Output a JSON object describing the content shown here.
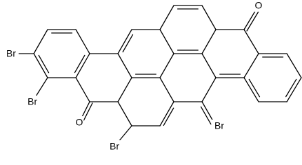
{
  "colors": {
    "background": "#ffffff",
    "bond": "#000000",
    "label": "#000000"
  },
  "atom_labels": [
    {
      "name": "bromine-label-1",
      "text": "Br"
    },
    {
      "name": "bromine-label-2",
      "text": "Br"
    },
    {
      "name": "bromine-label-3",
      "text": "Br"
    },
    {
      "name": "bromine-label-4",
      "text": "Br"
    },
    {
      "name": "oxygen-label-1",
      "text": "O"
    },
    {
      "name": "oxygen-label-2",
      "text": "O"
    }
  ]
}
